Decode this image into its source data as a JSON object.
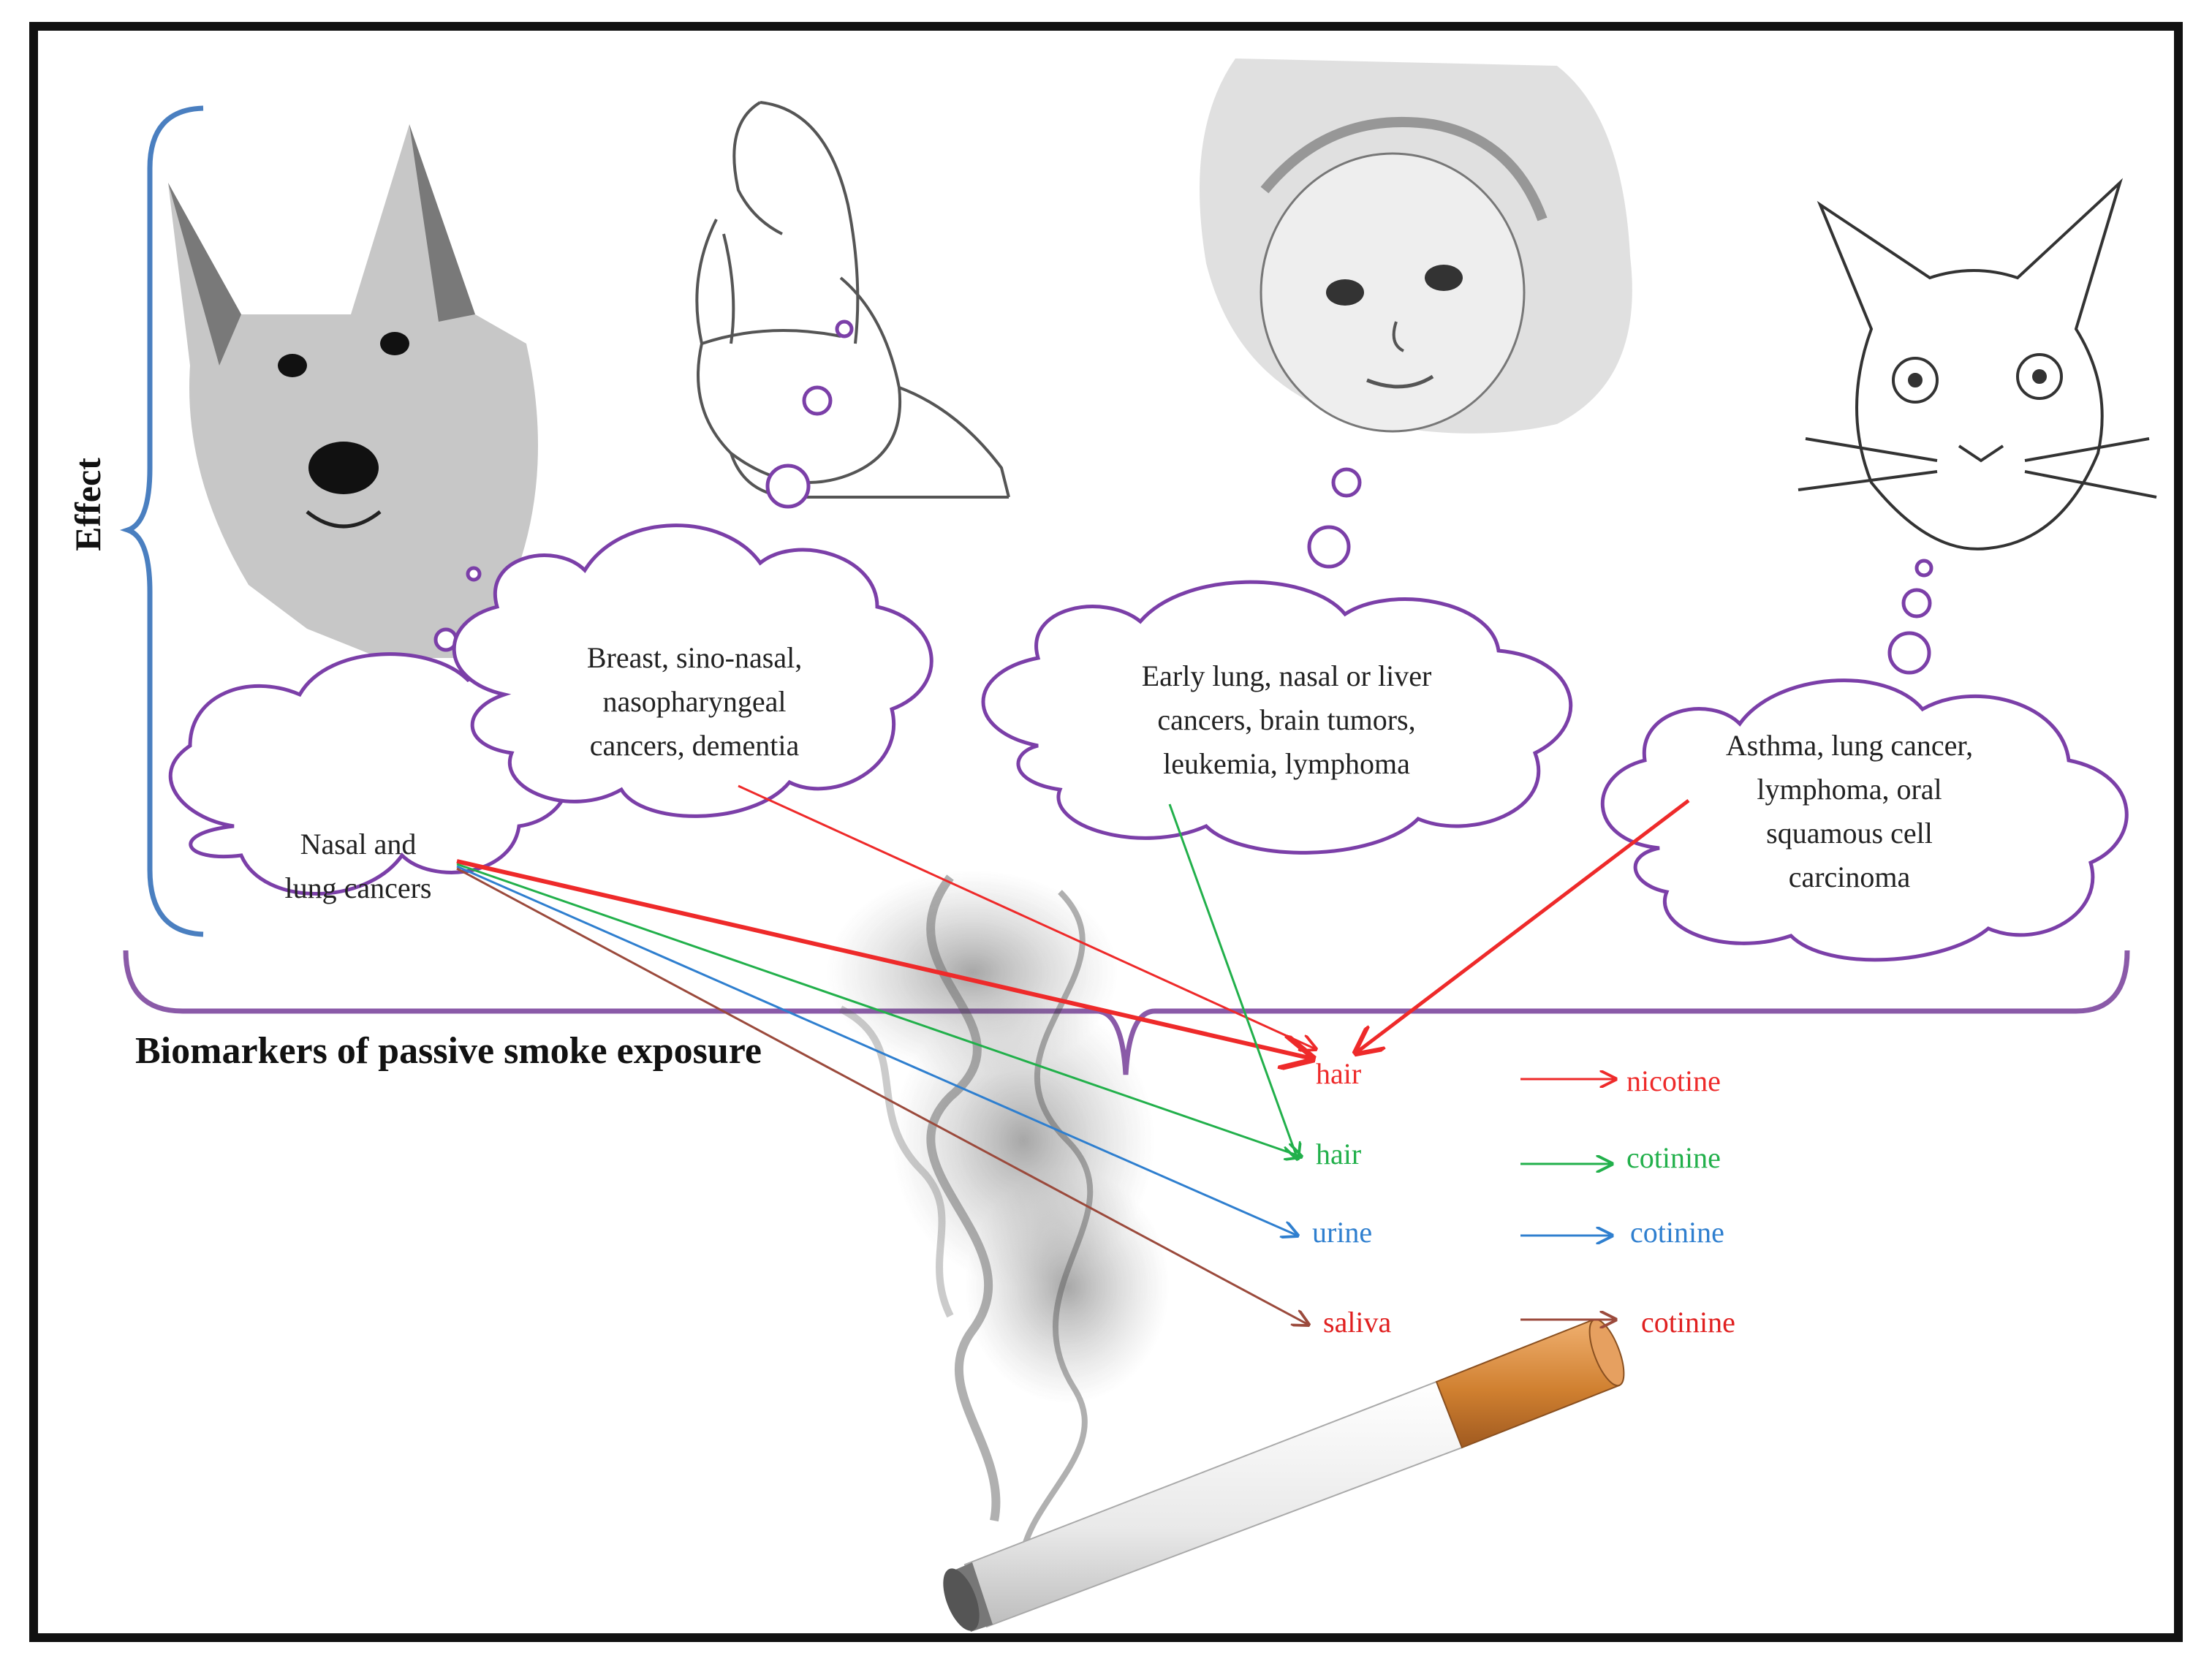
{
  "side_label": "Effect",
  "section_title": "Biomarkers of passive smoke exposure",
  "subjects": [
    {
      "name": "dog",
      "lines": [
        "Nasal and",
        "lung cancers"
      ]
    },
    {
      "name": "pregnant-woman",
      "lines": [
        "Breast, sino-nasal,",
        "nasopharyngeal",
        "cancers, dementia"
      ]
    },
    {
      "name": "child",
      "lines": [
        "Early lung, nasal or liver",
        "cancers, brain tumors,",
        "leukemia, lymphoma"
      ]
    },
    {
      "name": "cat",
      "lines": [
        "Asthma, lung cancer,",
        "lymphoma, oral",
        "squamous cell",
        "carcinoma"
      ]
    }
  ],
  "biomarkers": [
    {
      "matrix": "hair",
      "marker": "nicotine",
      "color": "#ee2a2a"
    },
    {
      "matrix": "hair",
      "marker": "cotinine",
      "color": "#22b04b"
    },
    {
      "matrix": "urine",
      "marker": "cotinine",
      "color": "#2f7fcf"
    },
    {
      "matrix": "saliva",
      "marker": "cotinine",
      "color": "#9b4a3c"
    }
  ],
  "marker_text_colors": [
    "#ee2a2a",
    "#22b04b",
    "#2f7fcf",
    "#e02020"
  ],
  "colors": {
    "cloud_outline": "#7b3fa8",
    "brace_blue": "#4a7fc0",
    "brace_purple": "#8a5aa8"
  }
}
